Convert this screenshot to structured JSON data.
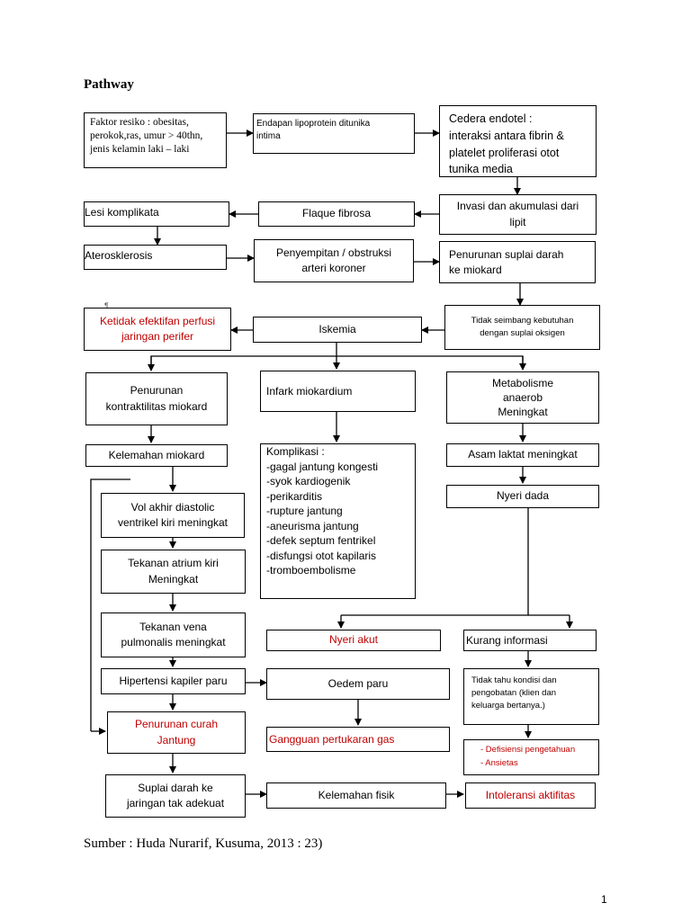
{
  "title": "Pathway",
  "nodes": {
    "faktor_resiko": "Faktor resiko : obesitas,\nperokok,ras,   umur > 40thn,\njenis kelamin laki – laki",
    "endapan": "Endapan lipoprotein ditunika\nintima",
    "cedera": "Cedera endotel :\ninteraksi antara fibrin &\nplatelet proliferasi otot\ntunika media",
    "invasi": "Invasi dan akumulasi dari\nlipit",
    "flaque": "Flaque fibrosa",
    "lesi": "Lesi komplikata",
    "aterosklerosis": "Aterosklerosis",
    "penyempitan": "Penyempitan / obstruksi\narteri koroner",
    "penurunan_suplai": "Penurunan suplai darah\nke miokard",
    "tidak_seimbang": "Tidak seimbang kebutuhan\ndengan suplai oksigen",
    "iskemia": "Iskemia",
    "ketidakefektifan": "Ketidak efektifan perfusi\njaringan perifer",
    "penurunan_kontraktilitas": "Penurunan\nkontraktilitas miokard",
    "infark": "Infark miokardium",
    "metabolisme": "Metabolisme\nanaerob\nMeningkat",
    "kelemahan_miokard": "Kelemahan miokard",
    "komplikasi": "Komplikasi :\n-gagal jantung kongesti\n-syok kardiogenik\n-perikarditis\n-rupture jantung\n-aneurisma jantung\n-defek septum fentrikel\n-disfungsi otot kapilaris\n-tromboembolisme",
    "asam_laktat": "Asam laktat meningkat",
    "nyeri_dada": "Nyeri dada",
    "vol_akhir": "Vol akhir diastolic\nventrikel kiri meningkat",
    "tekanan_atrium": "Tekanan atrium kiri\nMeningkat",
    "tekanan_vena": "Tekanan vena\npulmonalis meningkat",
    "nyeri_akut": "Nyeri akut",
    "kurang_informasi": "Kurang informasi",
    "hipertensi": "Hipertensi kapiler paru",
    "oedem": "Oedem paru",
    "tidak_tahu": "Tidak tahu kondisi dan\npengobatan (klien dan\nkeluarga bertanya.)",
    "penurunan_curah": "Penurunan curah\nJantung",
    "gangguan": "Gangguan pertukaran gas",
    "defisiensi": "- Defisiensi pengetahuan\n-         Ansietas",
    "suplai_tak_adekuat": "Suplai darah ke\njaringan tak adekuat",
    "kelemahan_fisik": "Kelemahan fisik",
    "intoleransi": "Intoleransi aktifitas"
  },
  "colors": {
    "diagnosis": "#c00000",
    "line": "#000000"
  },
  "pilcrow": "¶",
  "source": "Sumber : Huda Nurarif, Kusuma, 2013 : 23)",
  "page_number": "1"
}
